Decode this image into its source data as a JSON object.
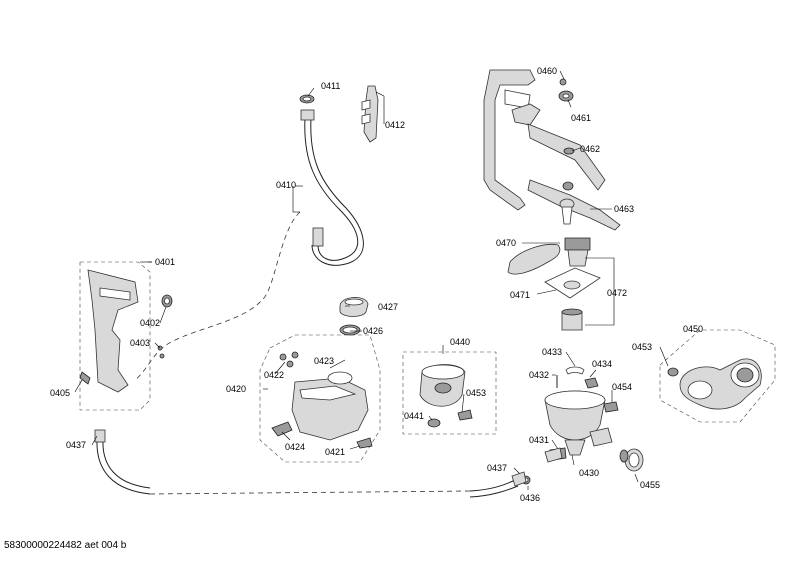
{
  "document_number": "58300000224482 aet 004 b",
  "labels": {
    "p0401": "0401",
    "p0402": "0402",
    "p0403": "0403",
    "p0405": "0405",
    "p0410": "0410",
    "p0411": "0411",
    "p0412": "0412",
    "p0420": "0420",
    "p0421": "0421",
    "p0422": "0422",
    "p0423": "0423",
    "p0424": "0424",
    "p0426": "0426",
    "p0427": "0427",
    "p0430": "0430",
    "p0431": "0431",
    "p0432": "0432",
    "p0433": "0433",
    "p0434": "0434",
    "p0436": "0436",
    "p0437a": "0437",
    "p0437b": "0437",
    "p0440": "0440",
    "p0441": "0441",
    "p0450": "0450",
    "p0453a": "0453",
    "p0453b": "0453",
    "p0454": "0454",
    "p0455": "0455",
    "p0460": "0460",
    "p0461": "0461",
    "p0462": "0462",
    "p0463": "0463",
    "p0470": "0470",
    "p0471": "0471",
    "p0472": "0472"
  }
}
